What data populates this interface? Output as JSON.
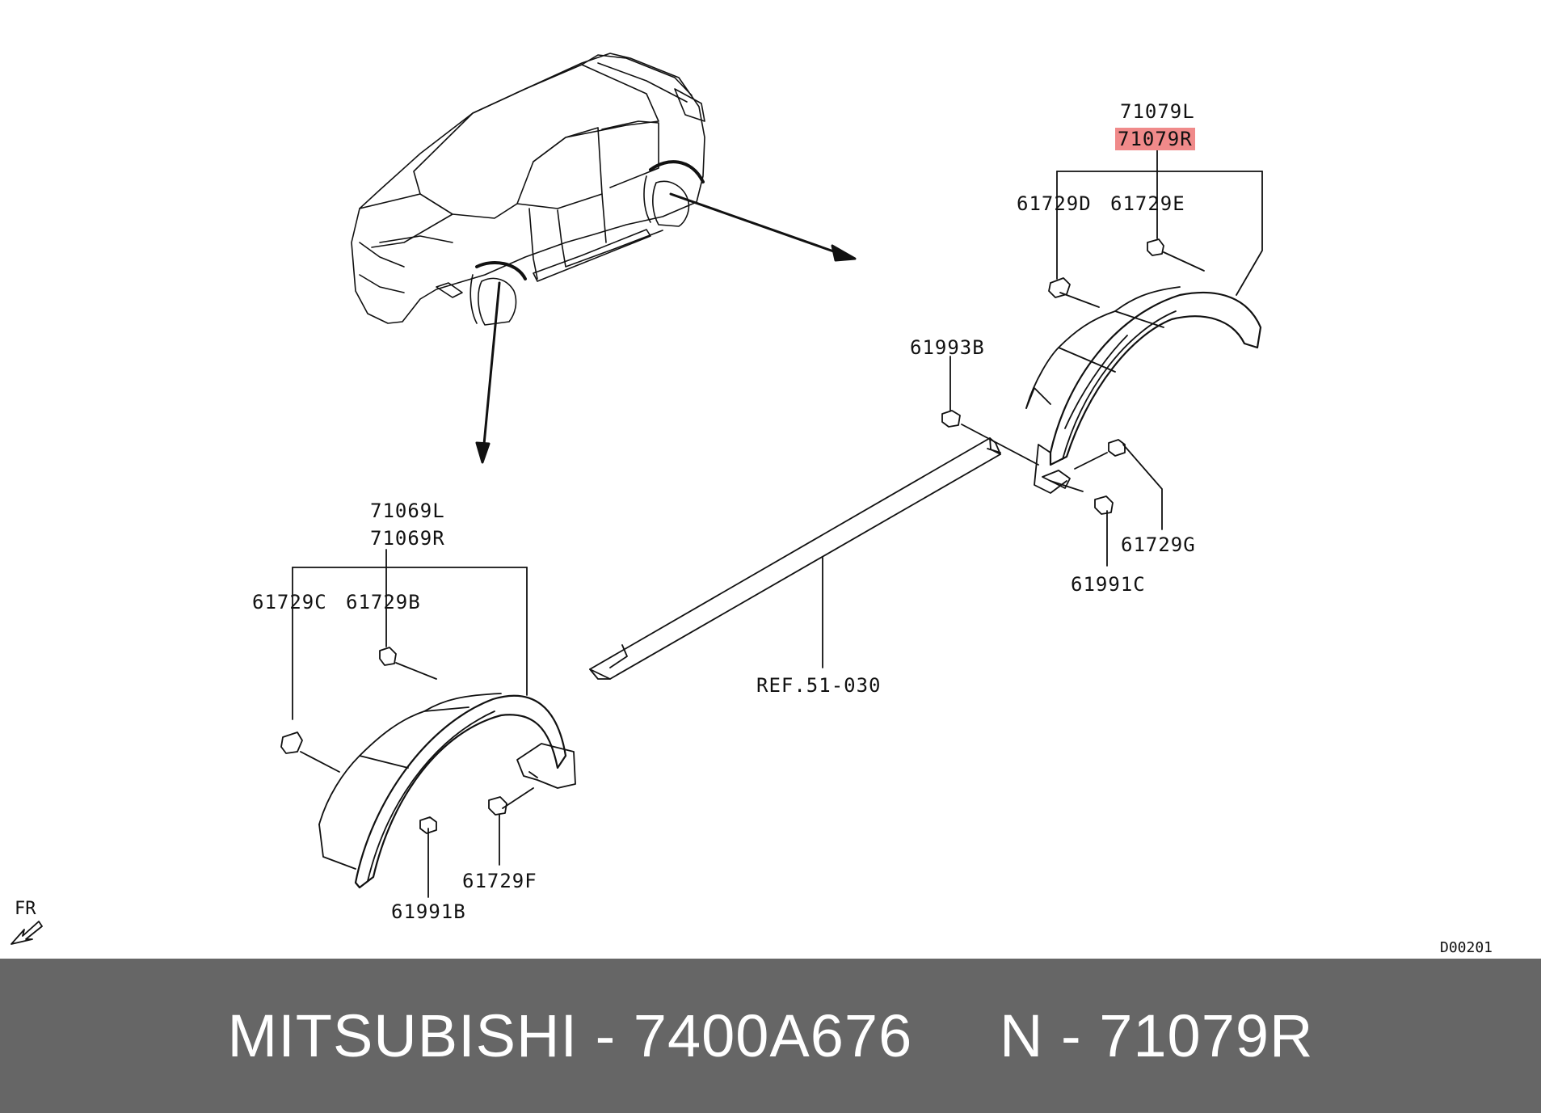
{
  "labels": {
    "l71079L": "71079L",
    "l71079R": "71079R",
    "l61729D": "61729D",
    "l61729E": "61729E",
    "l61993B": "61993B",
    "l61729G": "61729G",
    "l61991C": "61991C",
    "l71069L": "71069L",
    "l71069R": "71069R",
    "l61729C": "61729C",
    "l61729B": "61729B",
    "lREF": "REF.51-030",
    "l61729F": "61729F",
    "l61991B": "61991B",
    "fr": "FR",
    "drawing_code": "D00201"
  },
  "footer": {
    "text": "MITSUBISHI - 7400A676     N - 71079R"
  },
  "colors": {
    "highlight": "#f08a8a",
    "footer_bg": "#666666",
    "line": "#111111"
  }
}
